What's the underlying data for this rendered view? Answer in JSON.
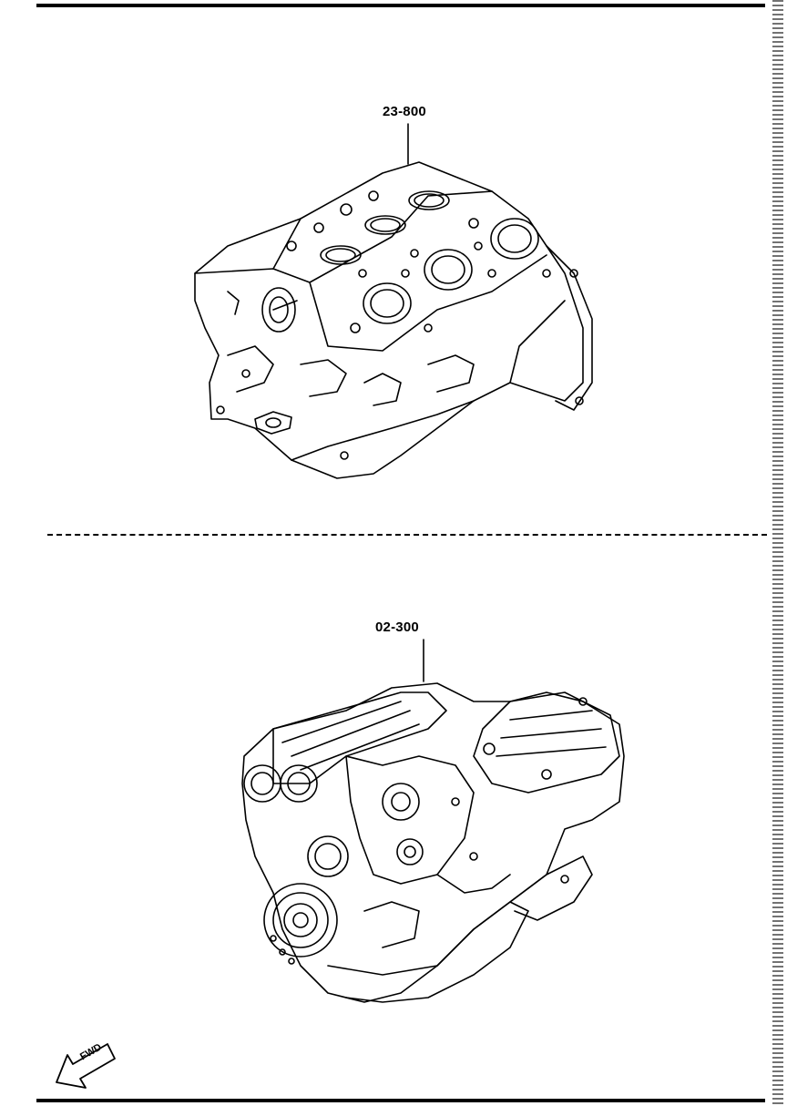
{
  "parts": [
    {
      "number": "23-800"
    },
    {
      "number": "02-300"
    }
  ],
  "direction_arrow": {
    "label": "FWD"
  }
}
